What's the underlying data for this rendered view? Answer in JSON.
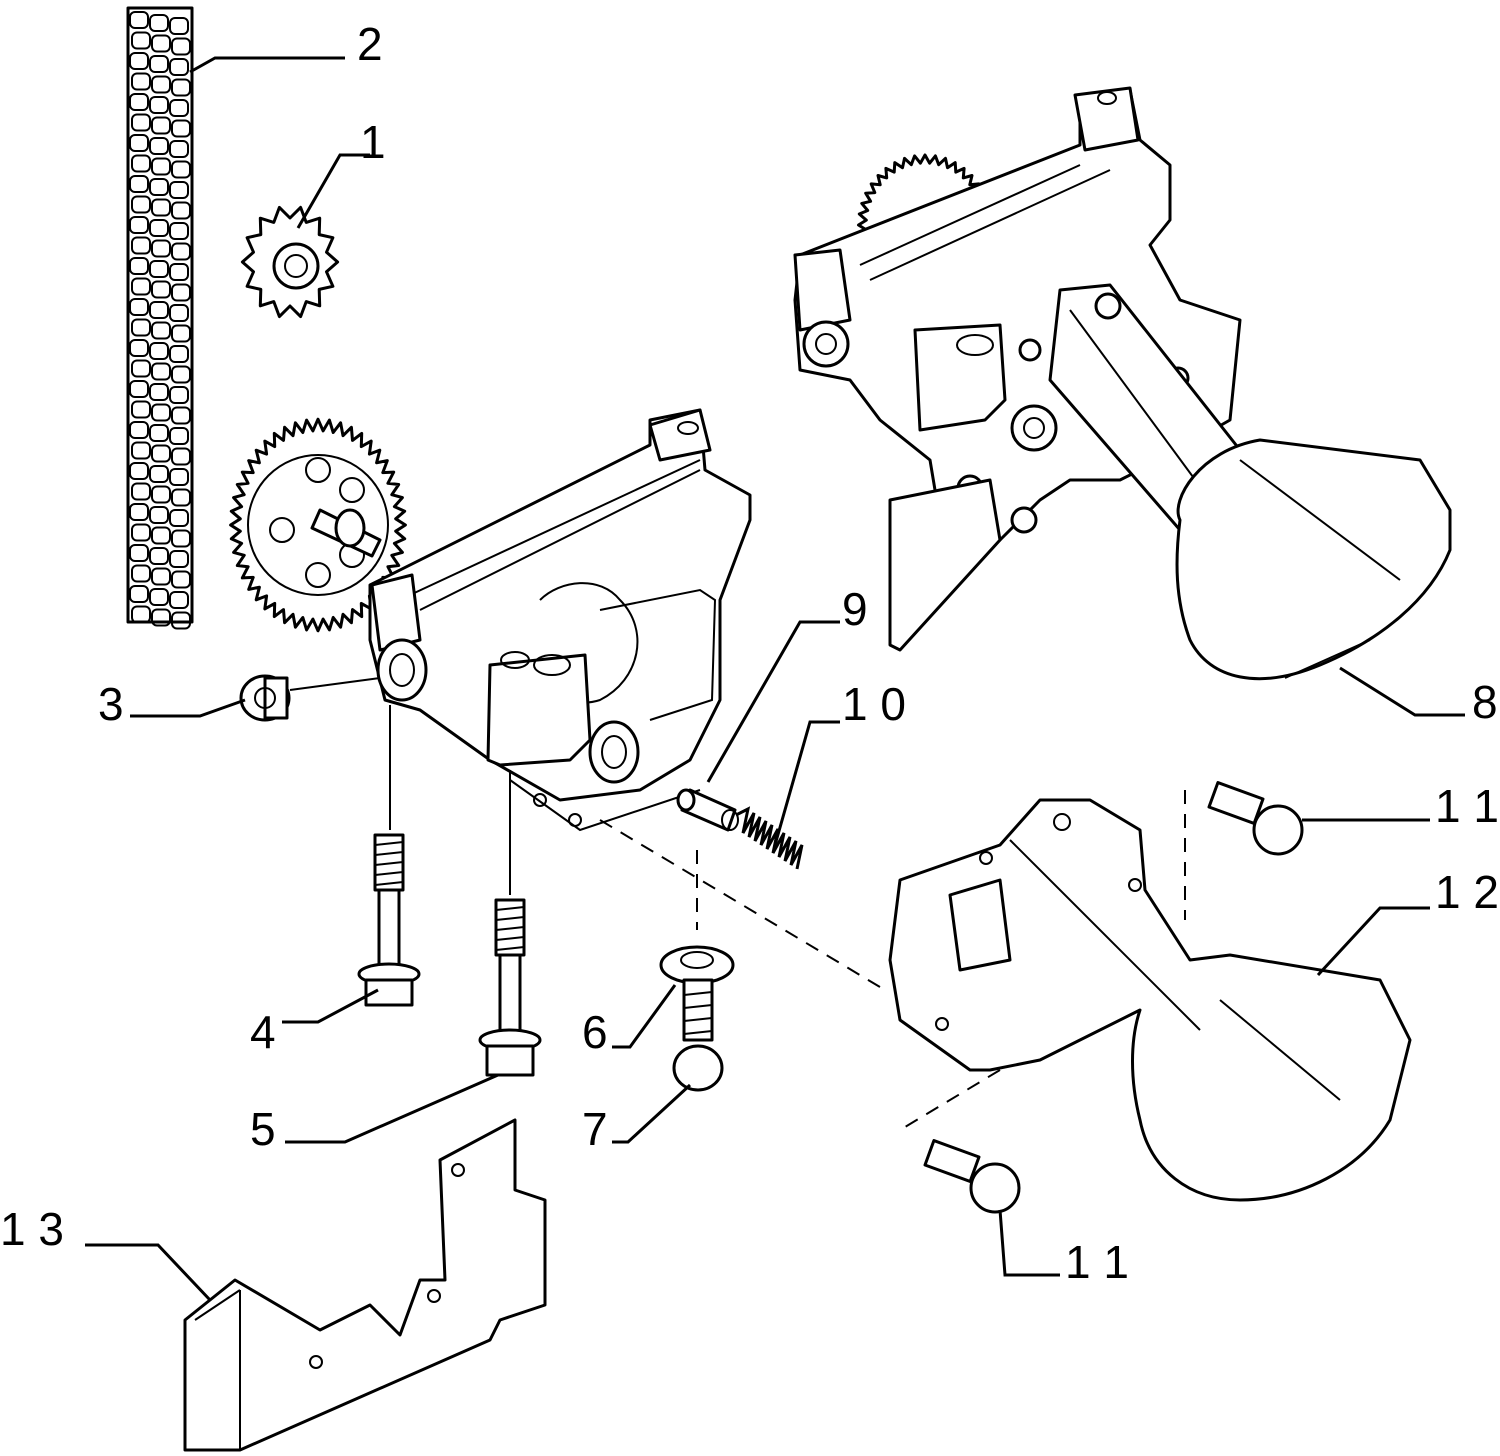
{
  "callouts": [
    {
      "id": "1",
      "label": "1"
    },
    {
      "id": "2",
      "label": "2"
    },
    {
      "id": "3",
      "label": "3"
    },
    {
      "id": "4",
      "label": "4"
    },
    {
      "id": "5",
      "label": "5"
    },
    {
      "id": "6",
      "label": "6"
    },
    {
      "id": "7",
      "label": "7"
    },
    {
      "id": "8",
      "label": "8"
    },
    {
      "id": "9",
      "label": "9"
    },
    {
      "id": "10",
      "label": "1 0"
    },
    {
      "id": "11a",
      "label": "1 1"
    },
    {
      "id": "11b",
      "label": "1 1"
    },
    {
      "id": "12",
      "label": "1 2"
    },
    {
      "id": "13",
      "label": "1 3"
    }
  ]
}
